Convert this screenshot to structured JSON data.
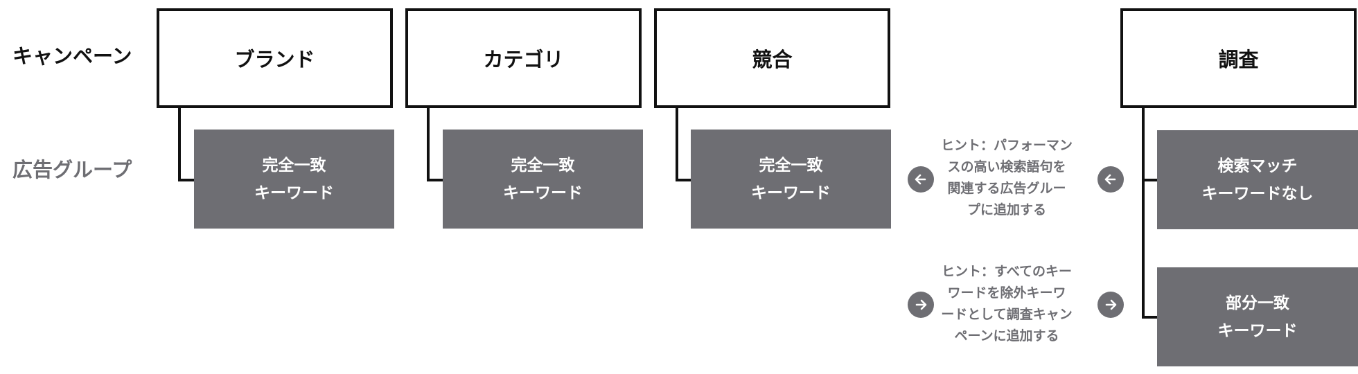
{
  "row_labels": {
    "campaign": "キャンペーン",
    "adgroup": "広告グループ"
  },
  "campaigns": [
    {
      "name": "ブランド"
    },
    {
      "name": "カテゴリ"
    },
    {
      "name": "競合"
    },
    {
      "name": "調査"
    }
  ],
  "adgroups": {
    "brand": {
      "line1": "完全一致",
      "line2": "キーワード"
    },
    "category": {
      "line1": "完全一致",
      "line2": "キーワード"
    },
    "competitor": {
      "line1": "完全一致",
      "line2": "キーワード"
    },
    "research_search_match": {
      "line1": "検索マッチ",
      "line2": "キーワードなし"
    },
    "research_broad": {
      "line1": "部分一致",
      "line2": "キーワード"
    }
  },
  "hints": [
    {
      "lines": [
        "ヒント：パフォーマン",
        "スの高い検索語句を",
        "関連する広告グルー",
        "プに追加する"
      ],
      "direction": "left"
    },
    {
      "lines": [
        "ヒント：すべてのキー",
        "ワードを除外キーワ",
        "ードとして調査キャン",
        "ペーンに追加する"
      ],
      "direction": "right"
    }
  ],
  "colors": {
    "outline": "#111111",
    "adgroup_fill": "#6e6e73",
    "hint_text": "#6e6e73",
    "adgroup_text": "#ffffff"
  },
  "icons": {
    "left_arrow": "arrow-left-circle-icon",
    "right_arrow": "arrow-right-circle-icon"
  }
}
